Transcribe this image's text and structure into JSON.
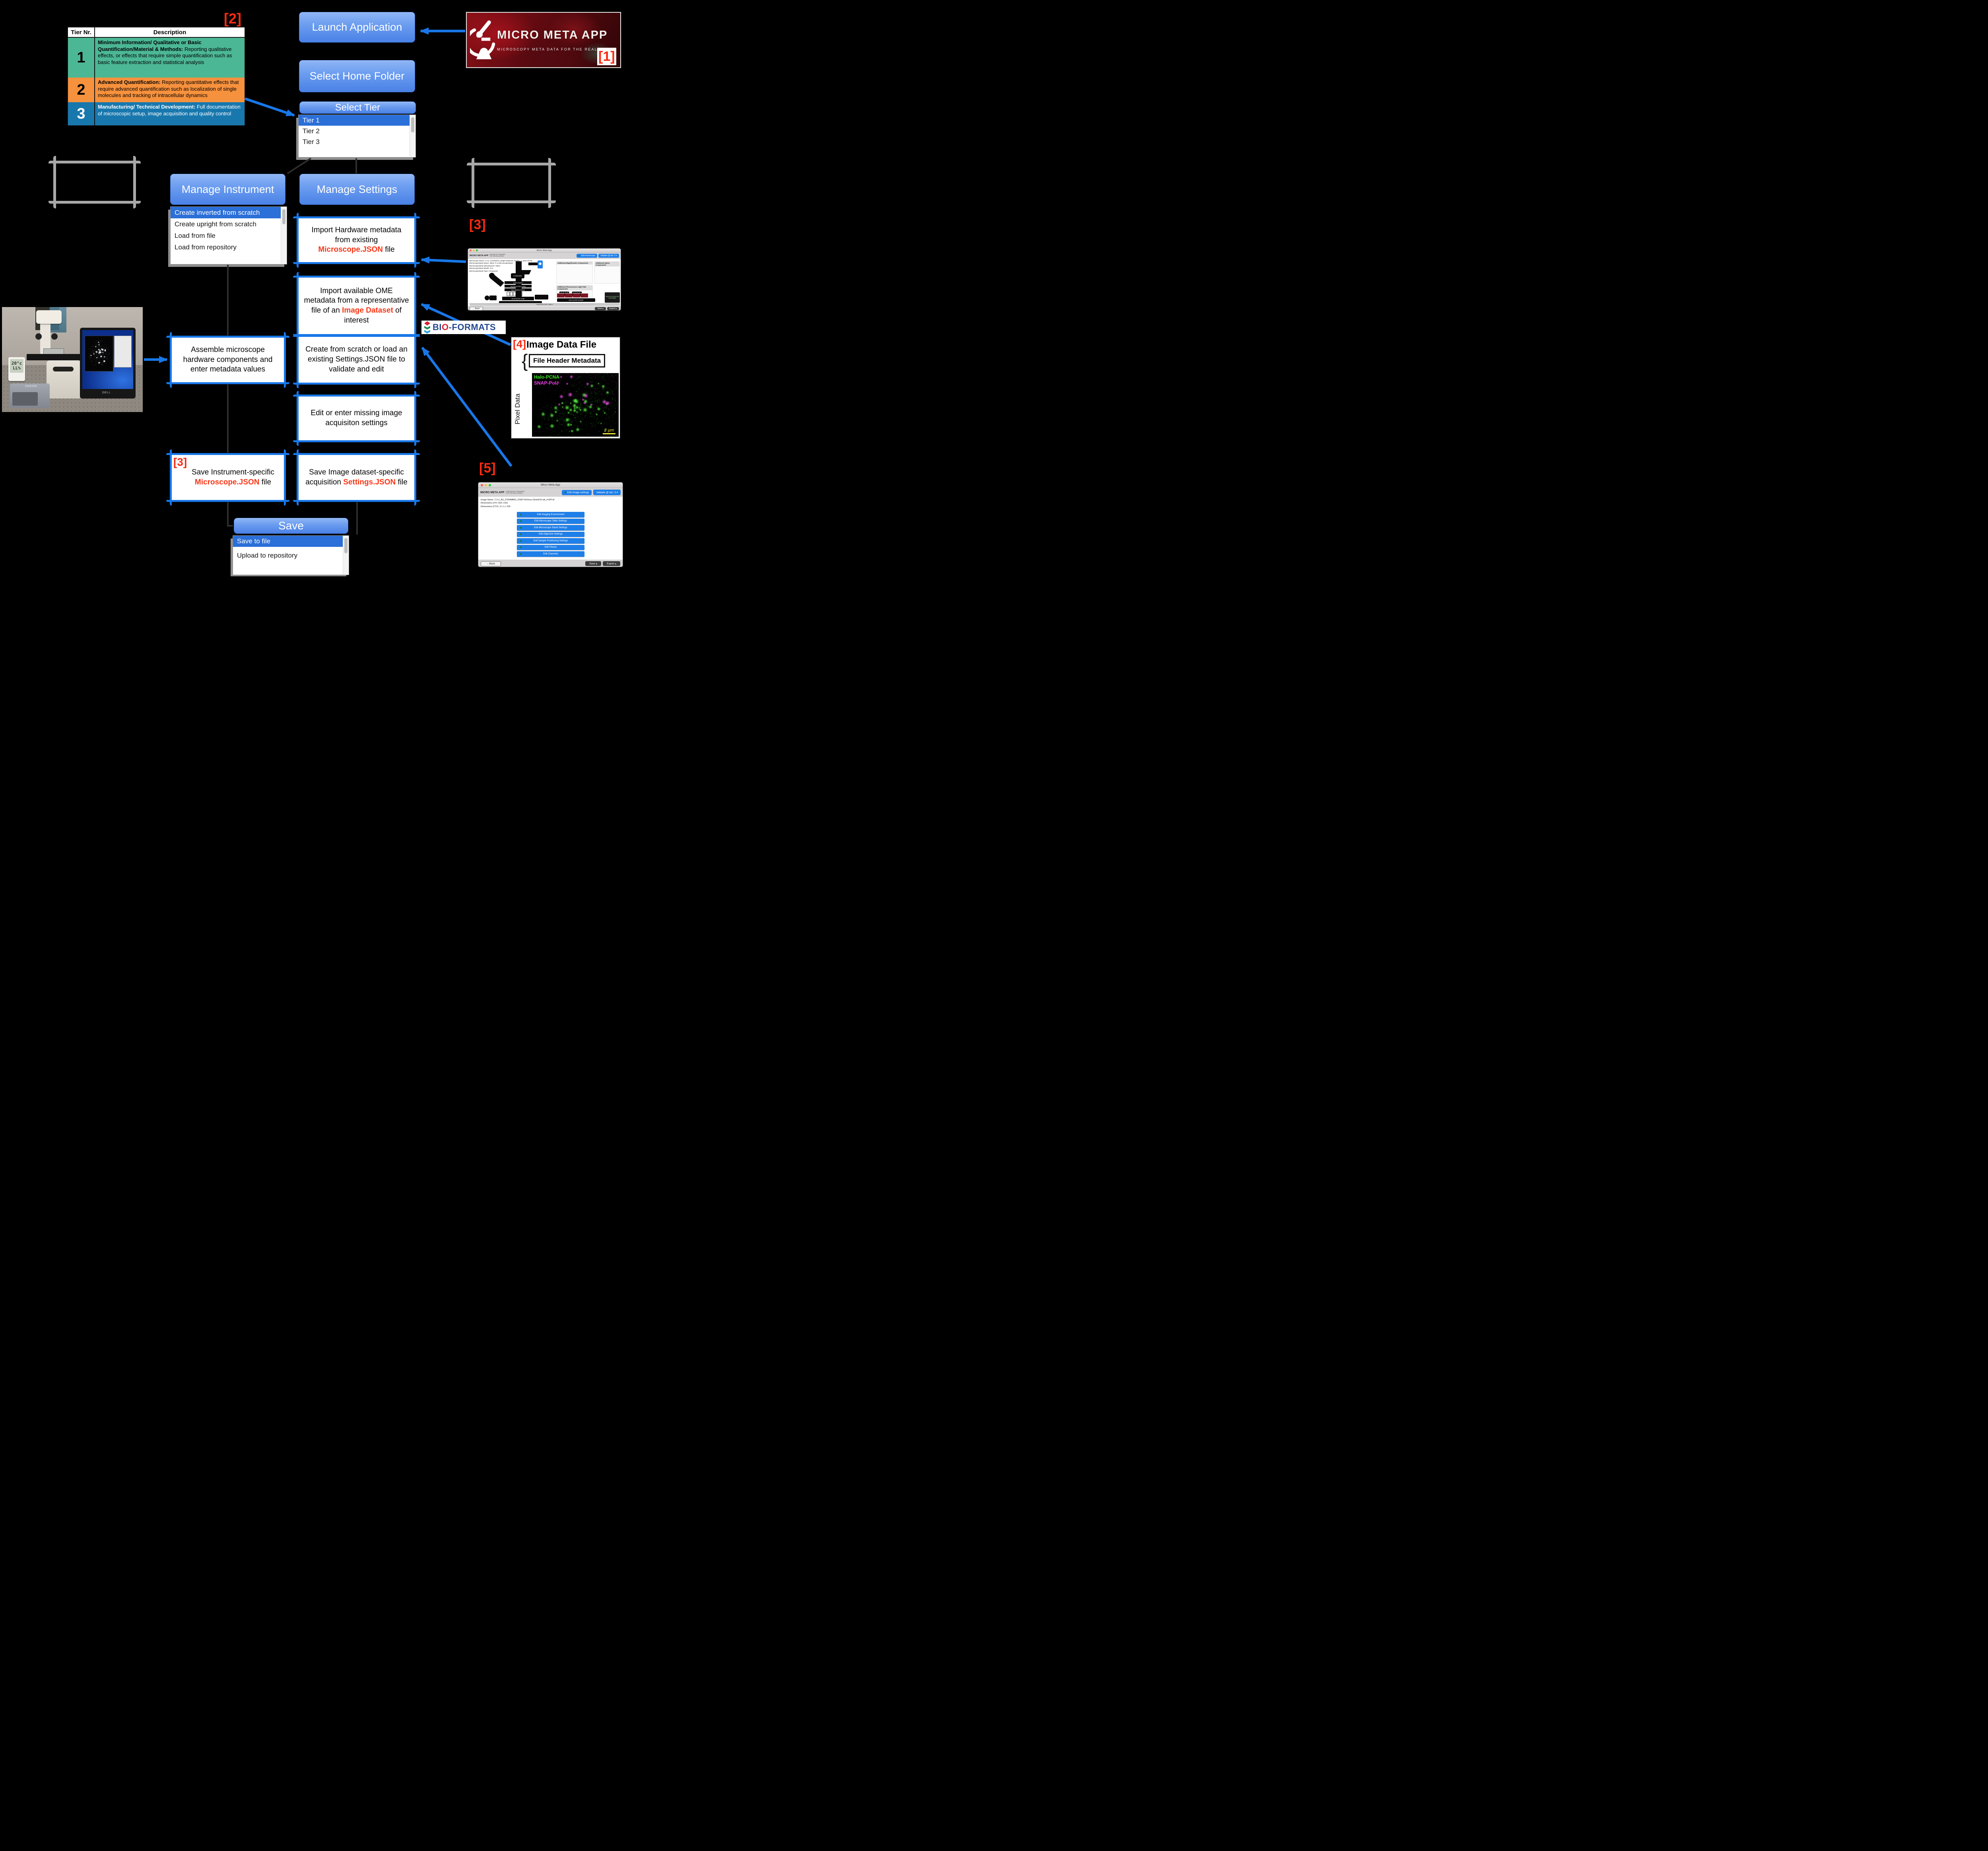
{
  "colors": {
    "accent_blue": "#1877e8",
    "selection_blue": "#2b6fd8",
    "tier_green": "#4cb794",
    "tier_orange": "#f6913d",
    "tier_blue": "#1878ae",
    "ref_red": "#fb2a12",
    "bioformats_navy": "#27488f",
    "halo_green": "#39e522",
    "snap_magenta": "#e643e0",
    "scalebar_yellow": "#f0e33c"
  },
  "refs": {
    "r1": "[1]",
    "r2": "[2]",
    "r3_screenshot": "[3]",
    "r3_box": "[3]",
    "r4": "[4]",
    "r5": "[5]"
  },
  "tier_table": {
    "col_nr": "Tier Nr.",
    "col_desc": "Description",
    "rows": [
      {
        "nr": "1",
        "bold": "Minimum Information/ Qualitative or Basic Quantification/Material & Methods:",
        "rest": " Reporting qualitative effects, or effects that require simple quantification such as basic  feature extraction and statistical analysis"
      },
      {
        "nr": "2",
        "bold": "Advanced Quantification:",
        "rest": " Reporting quantitative effects that require advanced quantification such as localization of single molecules and  tracking of intracellular dynamics"
      },
      {
        "nr": "3",
        "bold": "Manufacturing/ Technical Development:",
        "rest": " Full documentation of microscopic setup, image acquisition and quality control"
      }
    ]
  },
  "flow": {
    "launch": "Launch Application",
    "select_home": "Select Home Folder",
    "select_tier": "Select Tier",
    "tier_options": [
      "Tier 1",
      "Tier 2",
      "Tier 3"
    ],
    "manage_instrument": "Manage Instrument",
    "instrument_options": [
      "Create inverted from scratch",
      "Create upright from scratch",
      "Load from file",
      "Load from repository"
    ],
    "manage_settings": "Manage Settings",
    "save": "Save",
    "save_options": [
      "Save to file",
      "Upload to repository"
    ]
  },
  "boxes": {
    "import_hw": {
      "pre": "Import Hardware metadata from existing ",
      "red": "Microscope.JSON",
      "post": " file"
    },
    "import_ome": {
      "pre": "Import available OME metadata from a representative file of an ",
      "red": "Image Dataset",
      "post": " of interest"
    },
    "create_settings": {
      "pre": "Create from scratch or load an existing Settings.JSON file to validate and edit",
      "red": "",
      "post": ""
    },
    "edit_missing": {
      "pre": "Edit or enter missing image acquisiton settings",
      "red": "",
      "post": ""
    },
    "save_settings": {
      "pre": "Save Image dataset-specific acquisition ",
      "red": "Settings.JSON",
      "post": " file"
    },
    "assemble": {
      "pre": "Assemble microscope hardware components and enter metadata values",
      "red": "",
      "post": ""
    },
    "save_instrument": {
      "pre": "Save Instrument-specific ",
      "red": "Microscope.JSON",
      "post": " file"
    }
  },
  "brand": {
    "title": "MICRO META APP",
    "subtitle": "MICROSCOPY META DATA FOR THE REAL WORLD"
  },
  "bioformats": {
    "text_pre": "BI",
    "text_o": "O",
    "text_post": "-FORMATS"
  },
  "image_data_file": {
    "title": "Image Data File",
    "brace": "{",
    "header_box": "File Header Metadata",
    "pixel_label": "Pixel Data",
    "channel1": "Halo-PCNA",
    "channel2": "SNAP-Pol∂",
    "scalebar": "2 µm"
  },
  "window3": {
    "titlebar": "Micro Meta App",
    "app_name": "MICRO META APP",
    "app_tag1": "MICROSCOPY METADATA",
    "app_tag2": "FOR THE REAL WORLD",
    "btn_edit": "Edit microscope",
    "btn_validate": "Validate @ tier: 2 ▾",
    "meta": [
      "Microscope Name: 1-2-2_COLEMAN_Single Molecule Tracker_7_2021-03-09",
      "MicroscopeStand Name: Nikon Ti-U MicroscopeStand",
      "MicroscopeStand Manufacturer: Nikon",
      "MicroscopeStand Model: Ti-U",
      "MicroscopeStand Type: Compound"
    ],
    "panel_mag": "Additional Magnification Components",
    "panel_optics": "Additional Optics Components",
    "panel_fluor": "Additional Fluorescence Light Path Components",
    "lbl_condenser": "CONDENSER",
    "lbl_stage1": "STAGE INSERT",
    "lbl_stage2": "PIEZOELECTRIC STAGE",
    "lbl_stage3": "MECHANICAL STAGE",
    "lbl_tube": "MICROSCOPE TUBE",
    "lbl_laser": "MULTILASER ENGINE",
    "lbl_table": "MICROSCOPE TABLE",
    "lbl_monitor": "IMAGE ACQUISITION SOFTWARE",
    "btn_back": "Back",
    "btn_save": "Save ▴",
    "btn_export": "Export ▴"
  },
  "window5": {
    "titlebar": "Micro Meta App",
    "app_name": "MICRO META APP",
    "app_tag1": "MICROSCOPY METADATA",
    "app_tag2": "FOR THE REAL WORLD",
    "btn_edit": "Edit image settings",
    "btn_validate": "Validate @ tier: 3 ▾",
    "meta": [
      "Image Name: 1-2-2_AS_STRAMBIO_FSWT-6hVirus-10minFIX-stk_4-EPI.tif",
      "Dimensions (XY): 502 x 501",
      "Dimensions (CTZ): 3 x 1 x 100"
    ],
    "buttons": [
      "Edit Imaging Environment",
      "Edit Microscope Table Settings",
      "Edit Microscope Stand Settings",
      "Edit Objective Settings",
      "Edit Sample Positioning Settings",
      "Edit Planes",
      "Edit Channels"
    ],
    "btn_back": "Back",
    "btn_save": "Save ▴",
    "btn_export": "Export ▴"
  },
  "photo": {
    "thermo_temp": "20°c",
    "thermo_hum": "LL%",
    "camera_brand": "ANDOR",
    "monitor_brand": "DELL"
  }
}
